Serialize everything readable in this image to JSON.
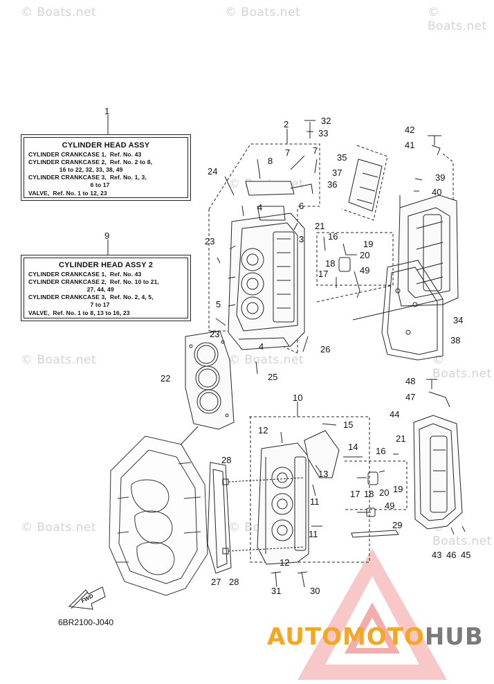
{
  "watermark": "© Boats.net",
  "box1": {
    "ref": "1",
    "title": "CYLINDER HEAD ASSY",
    "lines": [
      "CYLINDER CRANKCASE 1,  Ref. No. 43",
      "CYLINDER CRANKCASE 2,  Ref. No. 2 to 8,",
      "                  16 to 22, 32, 33, 38, 49",
      "CYLINDER CRANKCASE 3,  Ref. No. 1, 3,",
      "                                    6 to 17",
      "VALVE,  Ref. No. 1 to 12, 23"
    ]
  },
  "box2": {
    "ref": "9",
    "title": "CYLINDER HEAD ASSY 2",
    "lines": [
      "CYLINDER CRANKCASE 1,  Ref. No. 43",
      "CYLINDER CRANKCASE 2,  Ref. No. 10 to 21,",
      "                                  27, 44, 49",
      "CYLINDER CRANKCASE 3,  Ref. No. 2, 4, 5,",
      "                                    7 to 17",
      "VALVE,  Ref. No. 1 to 8, 13 to 16, 23"
    ]
  },
  "part_refs": [
    "2",
    "32",
    "33",
    "7",
    "7",
    "8",
    "24",
    "4",
    "6",
    "3",
    "5",
    "23",
    "23",
    "4",
    "25",
    "26",
    "21",
    "16",
    "19",
    "20",
    "18",
    "17",
    "49",
    "35",
    "37",
    "36",
    "42",
    "41",
    "39",
    "40",
    "34",
    "38",
    "22",
    "10",
    "12",
    "15",
    "14",
    "13",
    "16",
    "11",
    "11",
    "12",
    "21",
    "20",
    "19",
    "18",
    "17",
    "49",
    "29",
    "28",
    "28",
    "27",
    "31",
    "30",
    "48",
    "47",
    "44",
    "43",
    "46",
    "45"
  ],
  "fwd_label": "FWD",
  "diagram_code": "6BR2100-J040",
  "brand": {
    "part1": "AUTOMOTO",
    "part2": "HUB",
    "color1": "#f5a623",
    "color2": "#7a7a7a",
    "logo_color": "#e53935"
  }
}
